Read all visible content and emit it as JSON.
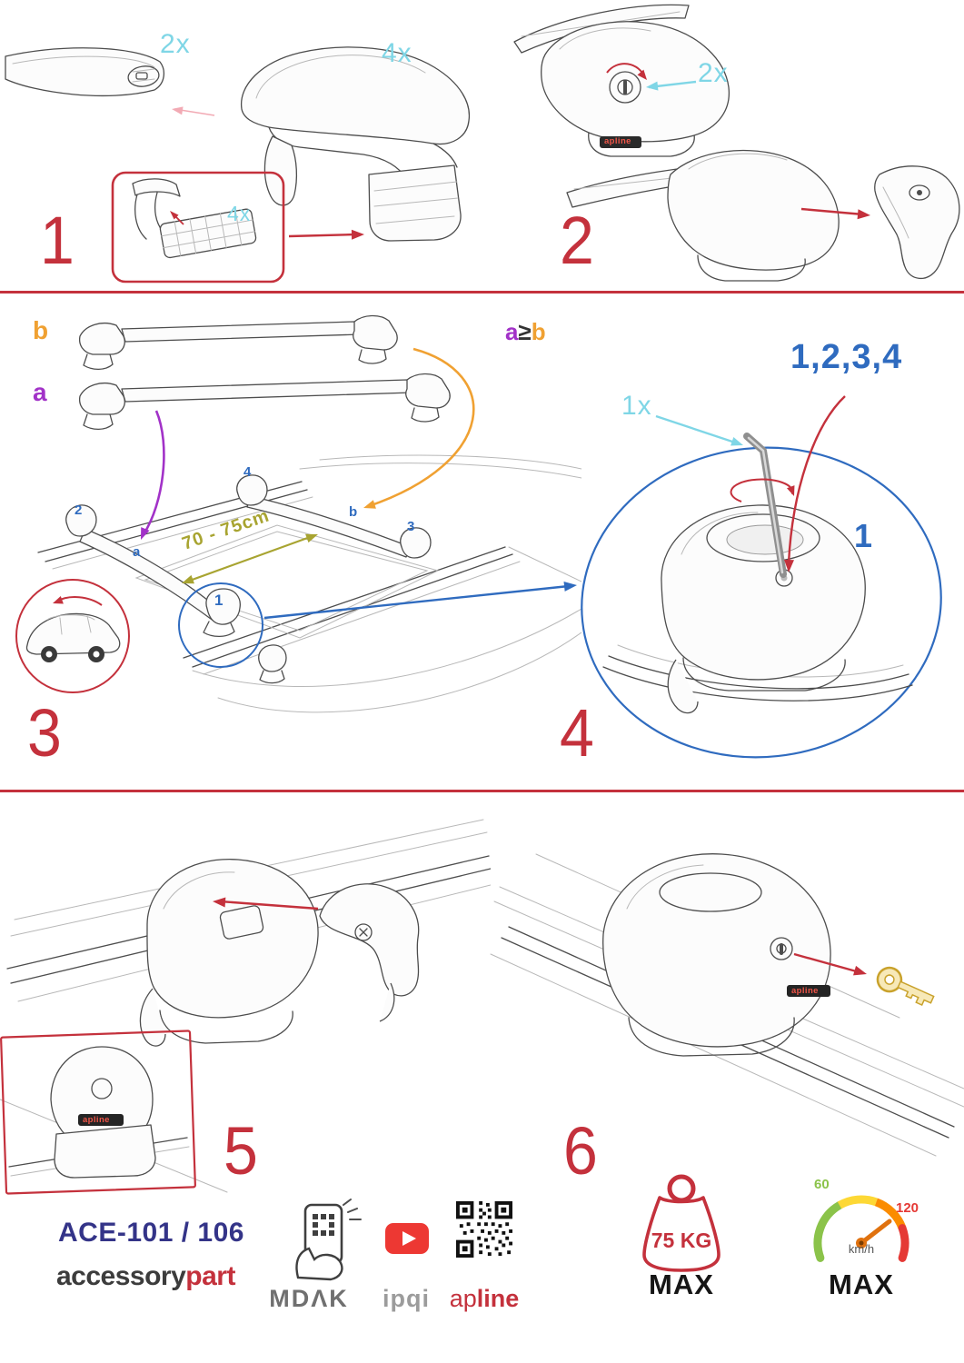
{
  "colors": {
    "red": "#c4313c",
    "cyan": "#7fd6e6",
    "blue": "#2f6bbf",
    "purple": "#a232c8",
    "orange": "#f0a132",
    "olive": "#a8a431",
    "navy": "#343488",
    "youtube": "#ed3833",
    "gaugegreen": "#8bc34a",
    "gaugeyellow": "#fdd835",
    "gaugeorange": "#fb8c00",
    "gaugered": "#e53935"
  },
  "step1": {
    "number": "1",
    "qty_bar": "2x",
    "qty_foot": "4x",
    "qty_pads": "4x"
  },
  "step2": {
    "number": "2",
    "qty_locks": "2x",
    "foot_logo": "apline"
  },
  "step3": {
    "number": "3",
    "bar_b_label": "b",
    "bar_a_label": "a",
    "rule": {
      "a": "a",
      "op": "≥",
      "b": "b"
    },
    "distance": "70 - 75cm",
    "roof_positions": {
      "p1": "1",
      "p2": "2",
      "p3": "3",
      "p4": "4",
      "a": "a",
      "b": "b"
    }
  },
  "step4": {
    "number": "4",
    "qty_key": "1x",
    "order": "1,2,3,4",
    "first": "1"
  },
  "step5": {
    "number": "5",
    "inset_logo": "apline"
  },
  "step6": {
    "number": "6",
    "foot_logo": "apline"
  },
  "footer": {
    "model": "ACE-101 / 106",
    "brand": {
      "accessory": "accessory",
      "part": "part"
    },
    "partners": {
      "mdak": "MDΛK",
      "ipqi": "ipqi",
      "apline_ap": "ap",
      "apline_line": "line"
    },
    "load": {
      "value": "75 KG",
      "max": "MAX"
    },
    "speed": {
      "low": "60",
      "high": "120",
      "unit": "km/h",
      "max": "MAX"
    }
  }
}
